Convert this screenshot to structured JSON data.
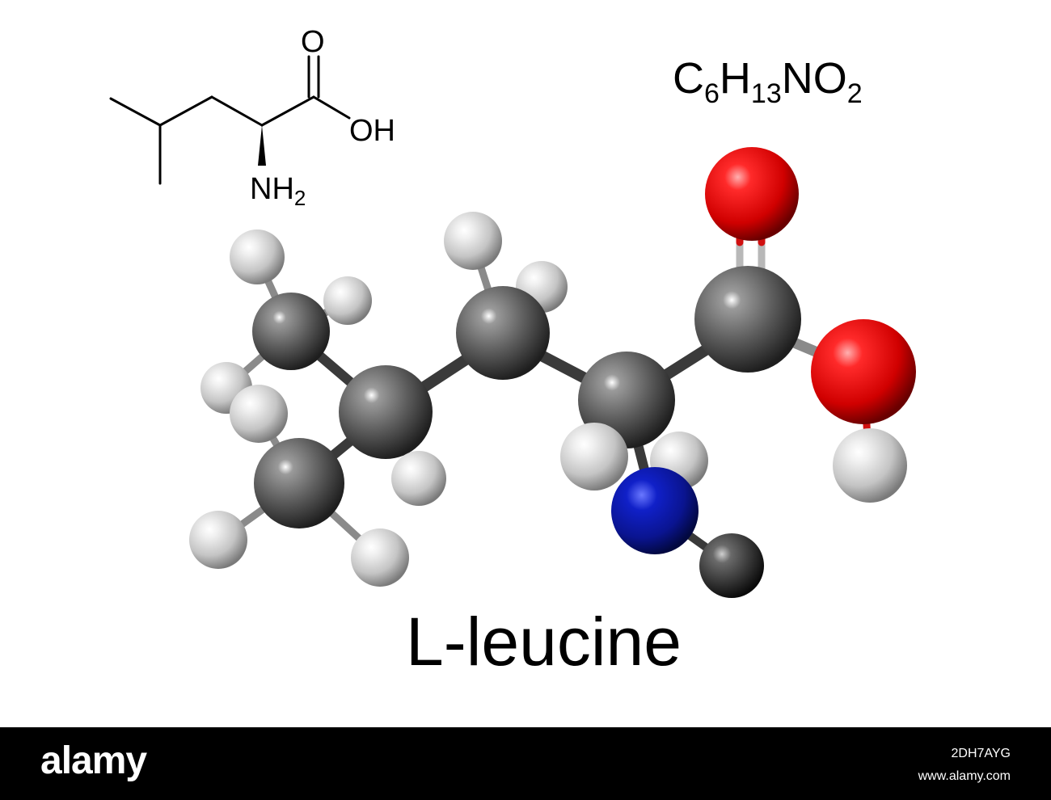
{
  "figure": {
    "formula": {
      "parts": [
        {
          "text": "C",
          "sub": "6"
        },
        {
          "text": "H",
          "sub": "13"
        },
        {
          "text": "NO",
          "sub": "2"
        }
      ]
    },
    "name": "L-leucine",
    "skeletal_labels": {
      "carbonyl_oxygen": "O",
      "hydroxyl": "OH",
      "amine": "NH",
      "amine_sub": "2"
    },
    "atom_colors": {
      "carbon": "#5c5c5c",
      "hydrogen": "#d8d8d8",
      "oxygen": "#e00000",
      "nitrogen": "#0a1aa8",
      "bond": "#3a3a3a"
    }
  },
  "footer": {
    "brand": "alamy",
    "image_id": "2DH7AYG",
    "site": "www.alamy.com"
  }
}
